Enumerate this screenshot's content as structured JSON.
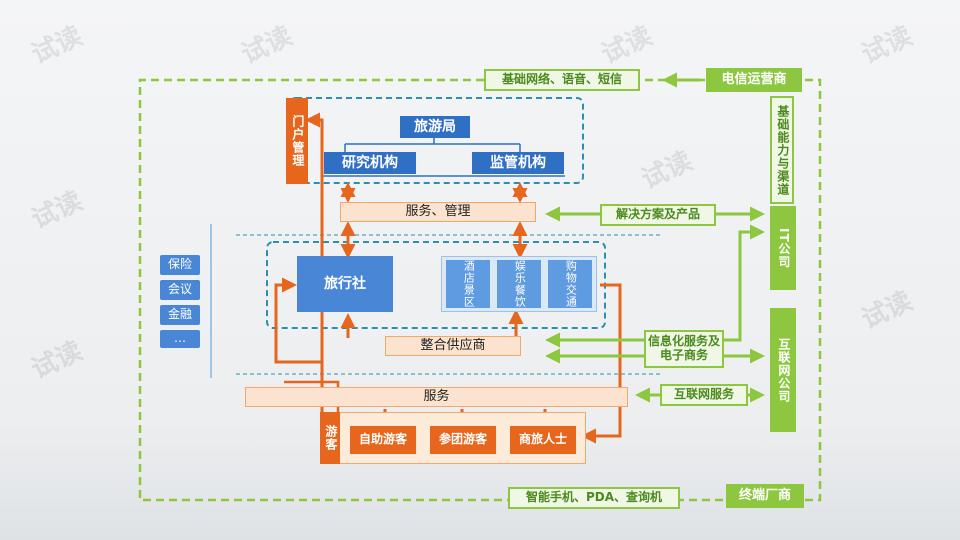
{
  "labels": {
    "telecom": "电信运营商",
    "top_service": "基础网络、语音、短信",
    "right_service": "基础能力与渠道",
    "it_company": "IT公司",
    "internet_company": "互联网公司",
    "terminal_vendor": "终端厂商",
    "bottom_service": "智能手机、PDA、查询机",
    "portal": "门户管理",
    "tourism_bureau": "旅游局",
    "research": "研究机构",
    "regulator": "监管机构",
    "service_manage": "服务、管理",
    "solutions": "解决方案及产品",
    "travel_agency": "旅行社",
    "cell_hotel": "酒店景区",
    "cell_entertain": "娱乐餐饮",
    "cell_shopping": "购物交通",
    "insurance": "保险",
    "conference": "会议",
    "finance": "金融",
    "ellipsis": "…",
    "integrated_supplier": "整合供应商",
    "info_service": "信息化服务及电子商务",
    "service": "服务",
    "internet_service": "互联网服务",
    "tourists": "游客",
    "self_tour": "自助游客",
    "group_tour": "参团游客",
    "business": "商旅人士",
    "watermark": "试读"
  },
  "colors": {
    "green": "#8dc63f",
    "orange": "#e6661d",
    "blue": "#4a86d6",
    "teal_dash": "#2c8fb0"
  }
}
